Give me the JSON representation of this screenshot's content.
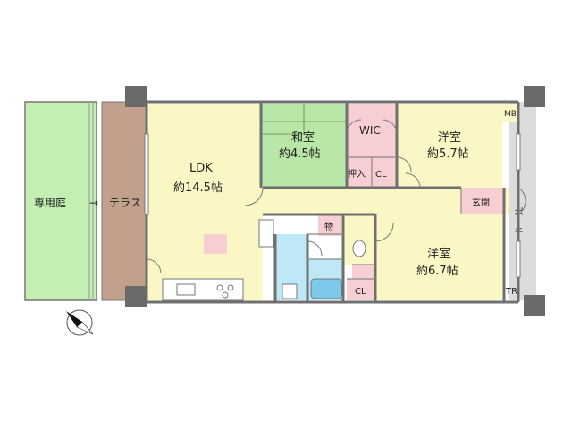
{
  "rooms": {
    "garden": "専用庭",
    "terrace": "テラス",
    "ldk": {
      "name": "LDK",
      "area": "約14.5帖"
    },
    "washitsu": {
      "name": "和室",
      "area": "約4.5帖"
    },
    "wic": "WIC",
    "youshitsu1": {
      "name": "洋室",
      "area": "約5.7帖"
    },
    "oshiire": "押入",
    "cl1": "CL",
    "mb": "MB",
    "genkan": "玄関",
    "porch": "ポーチ",
    "mono": "物",
    "youshitsu2": {
      "name": "洋室",
      "area": "約6.7帖"
    },
    "cl2": "CL",
    "tr": "TR"
  },
  "colors": {
    "ldk": "#fbf7c4",
    "corridor": "#fbf7c4",
    "washitsu": "#b9e7a5",
    "wic": "#f7cfd3",
    "closet": "#f7cfd3",
    "bath": "#bfe8f6",
    "garden": "#c3efb2",
    "terrace": "#c3a08b",
    "porch": "#dcdcdc",
    "wall": "#6f6f6f",
    "pillar": "#6a6a6a"
  },
  "compass": {
    "icon": "north-arrow-icon"
  },
  "garden_arrow": "→"
}
